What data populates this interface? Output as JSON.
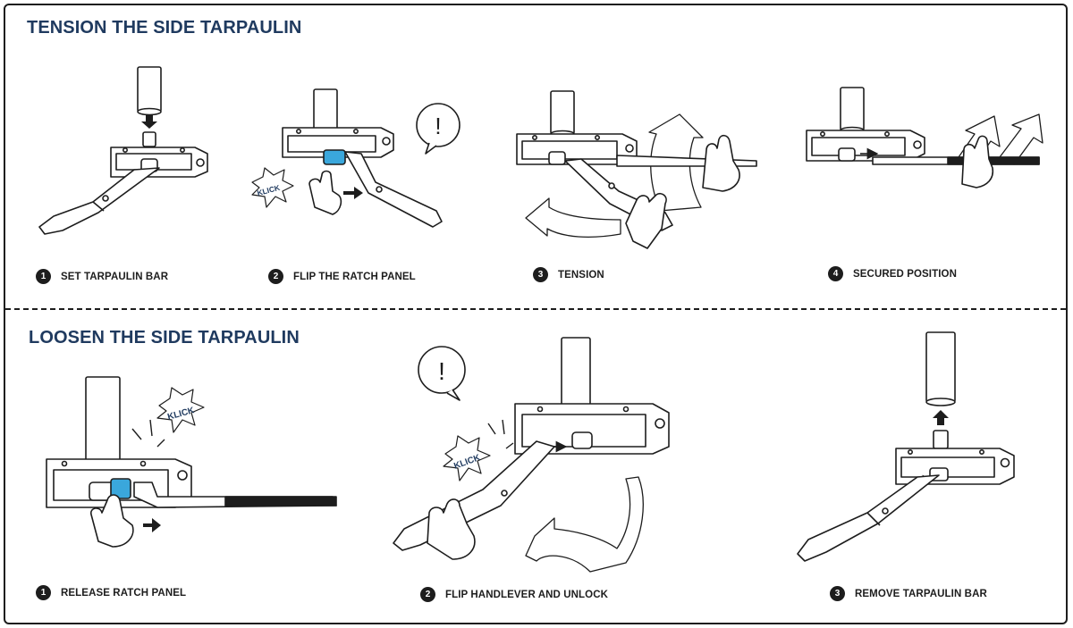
{
  "sections": {
    "tension": {
      "title": "TENSION THE SIDE TARPAULIN",
      "steps": [
        {
          "number": "1",
          "label": "SET TARPAULIN BAR"
        },
        {
          "number": "2",
          "label": "FLIP THE RATCH PANEL"
        },
        {
          "number": "3",
          "label": "TENSION"
        },
        {
          "number": "4",
          "label": "SECURED POSITION"
        }
      ]
    },
    "loosen": {
      "title": "LOOSEN THE SIDE TARPAULIN",
      "steps": [
        {
          "number": "1",
          "label": "RELEASE RATCH PANEL"
        },
        {
          "number": "2",
          "label": "FLIP HANDLEVER AND UNLOCK"
        },
        {
          "number": "3",
          "label": "REMOVE TARPAULIN BAR"
        }
      ]
    }
  },
  "callouts": {
    "klick": "KLICK",
    "attention": "!"
  },
  "colors": {
    "title": "#1f3a5f",
    "ratchet_highlight": "#3aa7dc",
    "line": "#1d1d1d"
  },
  "icons": [
    "tarpaulin-bar",
    "ratchet-bracket",
    "hand-lever",
    "hand",
    "arrow",
    "klick-burst",
    "attention-bubble"
  ]
}
